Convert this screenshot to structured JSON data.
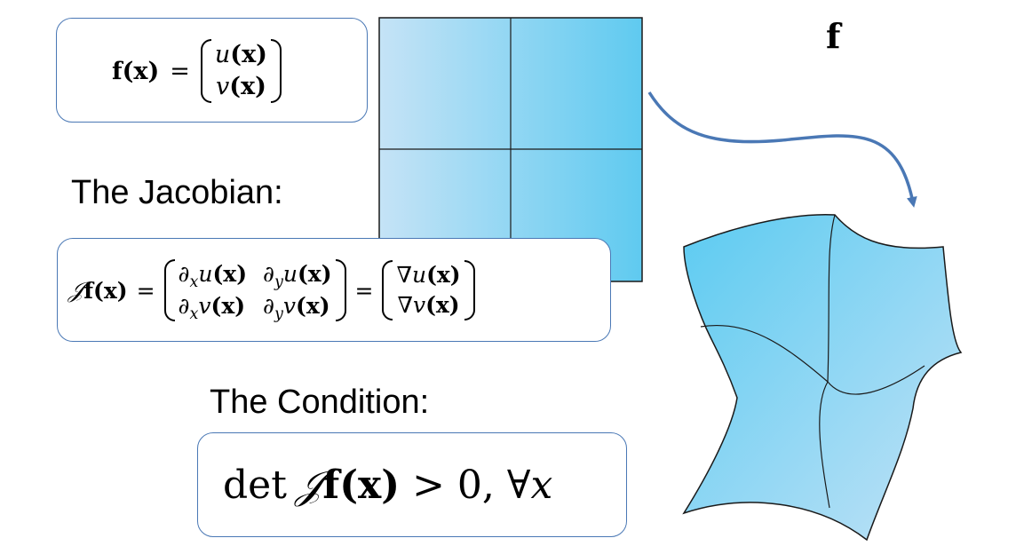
{
  "function_label": "f",
  "def_box": {
    "lhs_f": "f",
    "lhs_arg": "(x)",
    "eq": "=",
    "u": "u",
    "v": "v",
    "arg": "(x)"
  },
  "jacobian": {
    "heading": "The Jacobian:",
    "J": "𝒥",
    "f": "f",
    "arg": "(x)",
    "eq": "=",
    "partial": "∂",
    "sub_x": "x",
    "sub_y": "y",
    "u": "u",
    "v": "v",
    "nabla": "∇"
  },
  "condition": {
    "heading": "The Condition:",
    "det": "det",
    "J": "𝒥",
    "f": "f",
    "arg": "(x)",
    "rest": "> 0, ∀",
    "var": "x"
  },
  "colors": {
    "box_border": "#4a78b5",
    "grid_light": "#c5e3f6",
    "grid_dark": "#5fcaf0",
    "arrow": "#4a78b5",
    "outline": "#1a1a1a"
  }
}
